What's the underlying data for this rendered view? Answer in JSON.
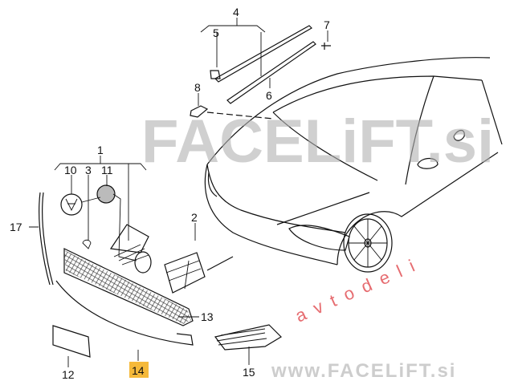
{
  "diagram": {
    "callouts": [
      "1",
      "2",
      "3",
      "4",
      "5",
      "6",
      "7",
      "8",
      "10",
      "11",
      "12",
      "13",
      "14",
      "15",
      "17"
    ],
    "highlighted_callout": "14",
    "highlight_color": "#f5b93a"
  },
  "watermark": {
    "main": "FACELiFT.si",
    "sub": "avtodeli",
    "footer": "www.FACELiFT.si",
    "main_color": "#c8c8c8",
    "sub_color": "#e0474c"
  }
}
